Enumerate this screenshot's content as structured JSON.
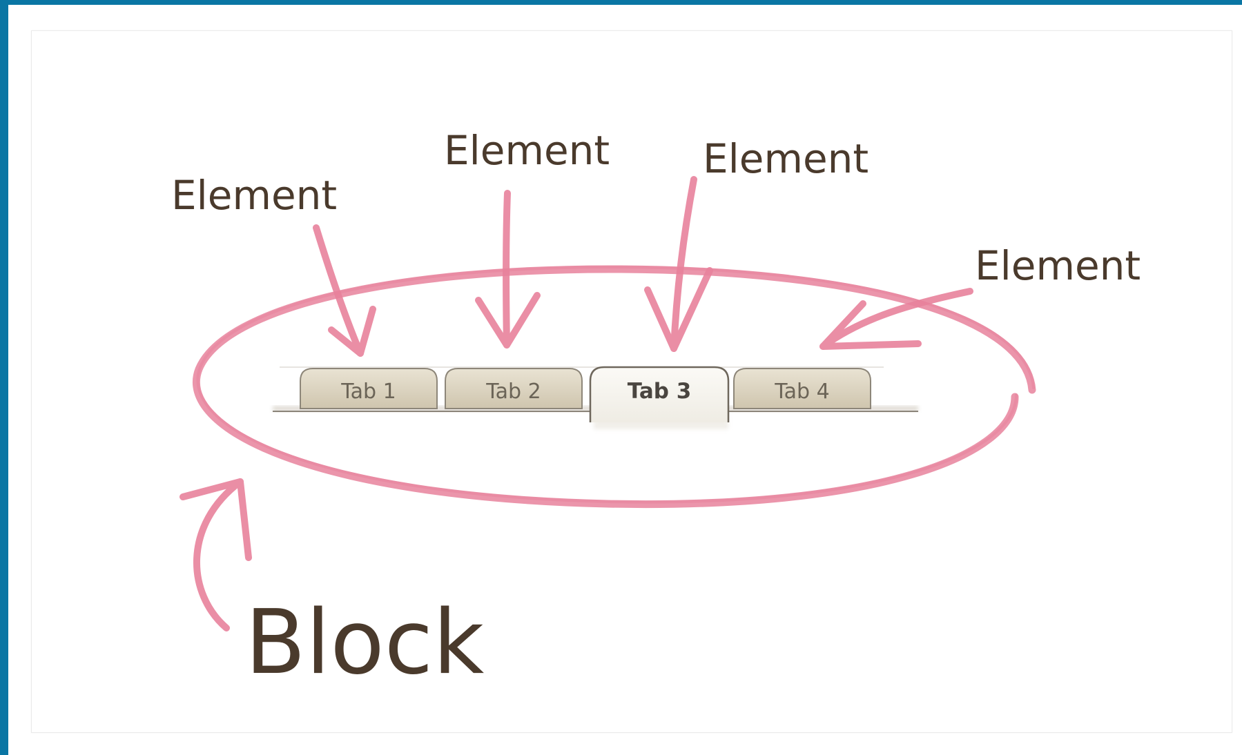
{
  "labels": {
    "element_1": "Element",
    "element_2": "Element",
    "element_3": "Element",
    "element_4": "Element",
    "block": "Block"
  },
  "tabs": [
    {
      "label": "Tab 1",
      "active": false
    },
    {
      "label": "Tab 2",
      "active": false
    },
    {
      "label": "Tab 3",
      "active": true
    },
    {
      "label": "Tab 4",
      "active": false
    }
  ],
  "colors": {
    "frame_accent": "#0a76a4",
    "annotation_pink": "#e8829c",
    "handwriting": "#4a3a2c",
    "tab_fill": "#d9d1bf",
    "tab_active_fill": "#f7f5f0"
  }
}
